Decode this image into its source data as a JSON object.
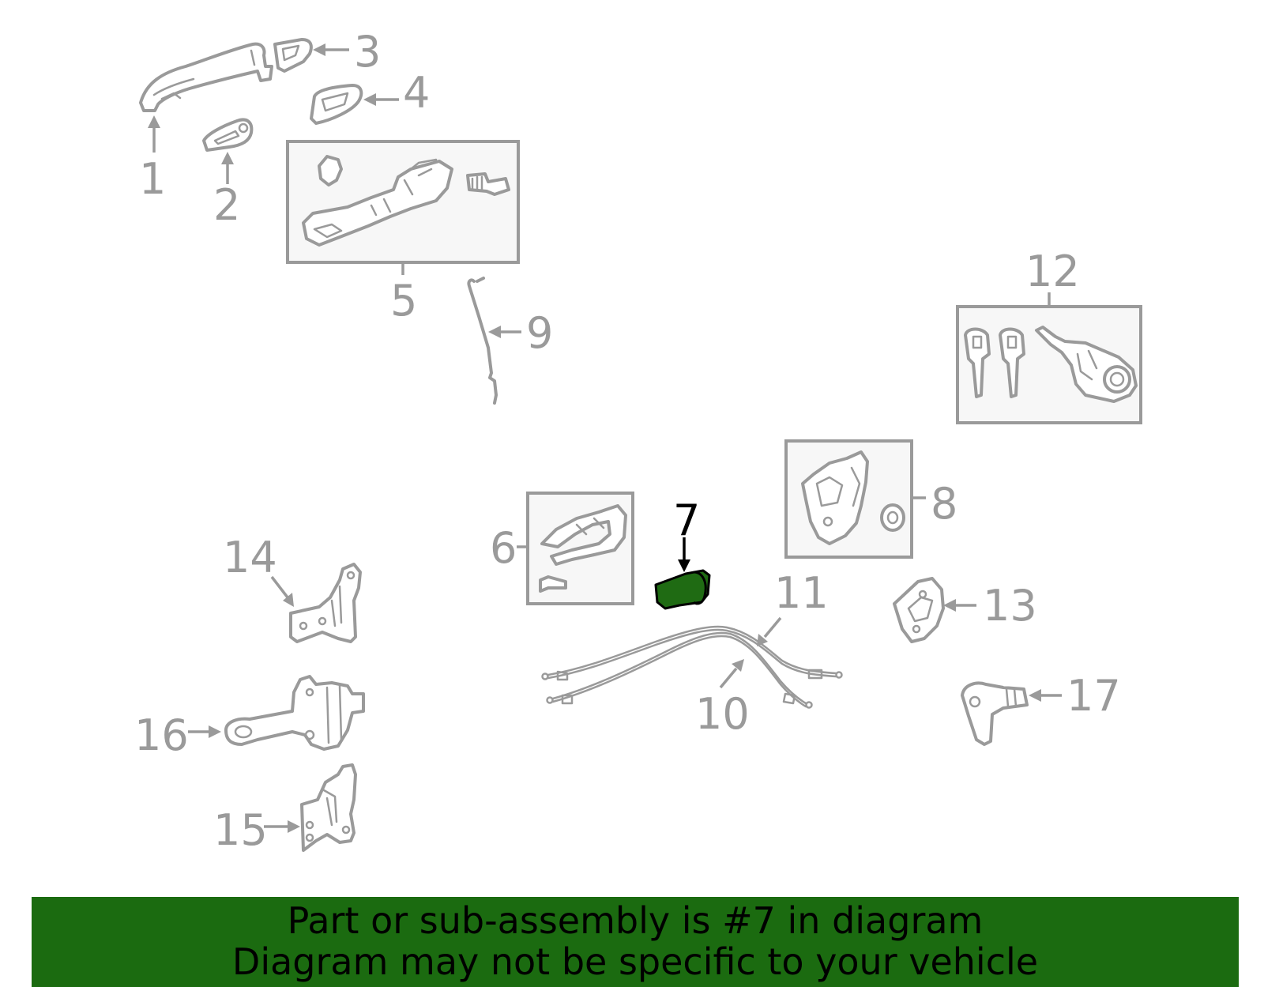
{
  "diagram": {
    "highlighted_part": "7",
    "highlight_color": "#1f6b13",
    "line_color": "#9a9a9a",
    "callouts": {
      "c1": "1",
      "c2": "2",
      "c3": "3",
      "c4": "4",
      "c5": "5",
      "c6": "6",
      "c7": "7",
      "c8": "8",
      "c9": "9",
      "c10": "10",
      "c11": "11",
      "c12": "12",
      "c13": "13",
      "c14": "14",
      "c15": "15",
      "c16": "16",
      "c17": "17"
    }
  },
  "banner": {
    "line1": "Part or sub-assembly is #7 in diagram",
    "line2": "Diagram may not be specific to your vehicle",
    "background": "#1b6b10"
  }
}
